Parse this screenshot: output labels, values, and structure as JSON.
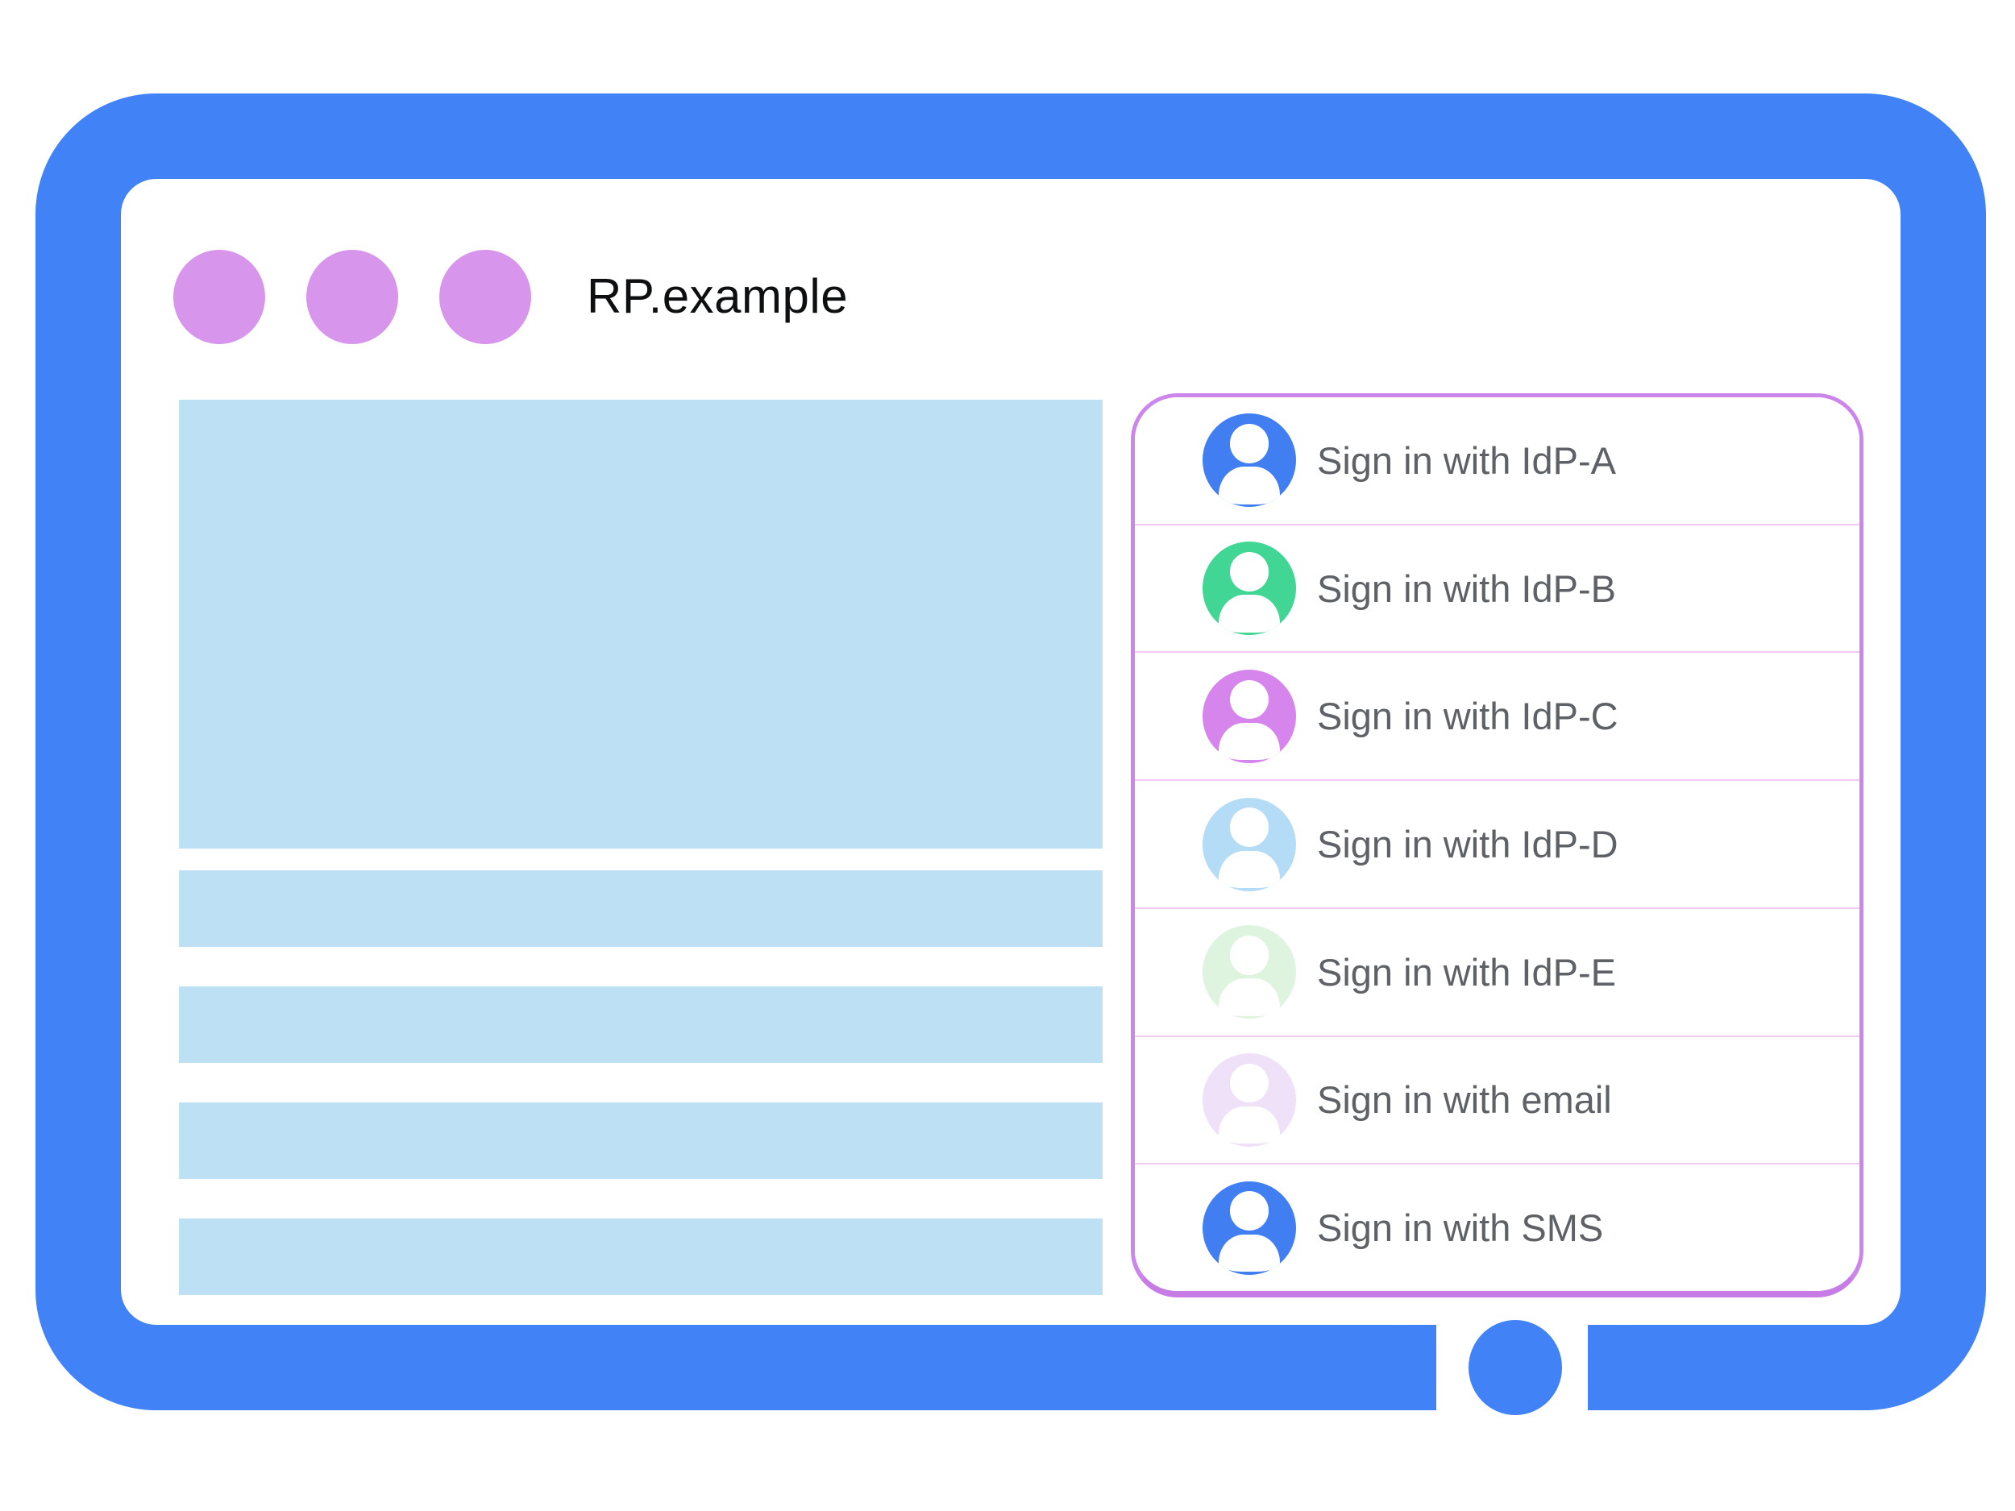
{
  "window": {
    "title": "RP.example"
  },
  "browser_frame": {
    "color": "#4182F6",
    "home_button": "home-indicator"
  },
  "traffic_dots": {
    "color": "#D795EC",
    "count": 3
  },
  "content_placeholders": {
    "color": "#BEE0F5",
    "hero_block": "image-placeholder",
    "line_count": 4
  },
  "signin_panel": {
    "border_color": "#CC86EB",
    "bottom_border_color": "#C77BE5",
    "divider_color": "#F3C9F4",
    "label_color": "#5E6166",
    "items": [
      {
        "label": "Sign in with IdP-A",
        "avatar_color": "#407EF2",
        "icon": "person-avatar-icon"
      },
      {
        "label": "Sign in with IdP-B",
        "avatar_color": "#41D694",
        "icon": "person-avatar-icon"
      },
      {
        "label": "Sign in with IdP-C",
        "avatar_color": "#D685EC",
        "icon": "person-avatar-icon"
      },
      {
        "label": "Sign in with IdP-D",
        "avatar_color": "#B5DCF6",
        "icon": "person-avatar-icon"
      },
      {
        "label": "Sign in with IdP-E",
        "avatar_color": "#DFF4DE",
        "icon": "person-avatar-icon"
      },
      {
        "label": "Sign in with email",
        "avatar_color": "#EFE2F8",
        "icon": "person-avatar-icon"
      },
      {
        "label": "Sign in with SMS",
        "avatar_color": "#407EF2",
        "icon": "person-avatar-icon"
      }
    ]
  }
}
